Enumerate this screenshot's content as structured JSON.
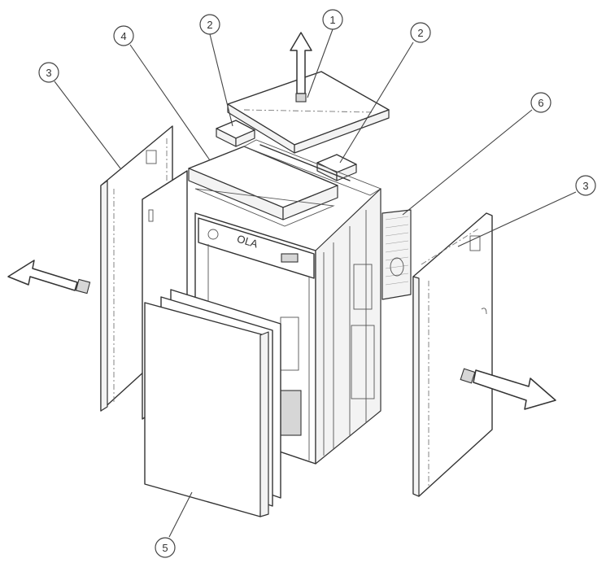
{
  "callouts": [
    {
      "id": "c1",
      "label": "1"
    },
    {
      "id": "c2a",
      "label": "2"
    },
    {
      "id": "c2b",
      "label": "2"
    },
    {
      "id": "c3a",
      "label": "3"
    },
    {
      "id": "c3b",
      "label": "3"
    },
    {
      "id": "c4",
      "label": "4"
    },
    {
      "id": "c5",
      "label": "5"
    },
    {
      "id": "c6",
      "label": "6"
    }
  ],
  "panel_brand_text": "OLA"
}
